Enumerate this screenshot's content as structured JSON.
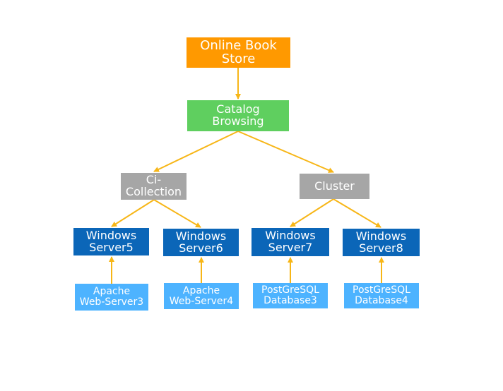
{
  "diagram": {
    "line_color": "#f7b617",
    "nodes": {
      "root": {
        "label": "Online Book\nStore",
        "color": "#ff9900"
      },
      "catalog": {
        "label": "Catalog\nBrowsing",
        "color": "#5fcf5f"
      },
      "ci_collection": {
        "label": "Ci-\nCollection",
        "color": "#a6a6a6"
      },
      "cluster": {
        "label": "Cluster",
        "color": "#a6a6a6"
      },
      "windows_server5": {
        "label": "Windows\nServer5",
        "color": "#0b66b8"
      },
      "windows_server6": {
        "label": "Windows\nServer6",
        "color": "#0b66b8"
      },
      "windows_server7": {
        "label": "Windows\nServer7",
        "color": "#0b66b8"
      },
      "windows_server8": {
        "label": "Windows\nServer8",
        "color": "#0b66b8"
      },
      "apache_web_server3": {
        "label": "Apache\nWeb-Server3",
        "color": "#4db3ff"
      },
      "apache_web_server4": {
        "label": "Apache\nWeb-Server4",
        "color": "#4db3ff"
      },
      "postgresql_database3": {
        "label": "PostGreSQL\nDatabase3",
        "color": "#4db3ff"
      },
      "postgresql_database4": {
        "label": "PostGreSQL\nDatabase4",
        "color": "#4db3ff"
      }
    },
    "edges": [
      {
        "from": "root",
        "to": "catalog"
      },
      {
        "from": "catalog",
        "to": "ci_collection"
      },
      {
        "from": "catalog",
        "to": "cluster"
      },
      {
        "from": "ci_collection",
        "to": "windows_server5"
      },
      {
        "from": "ci_collection",
        "to": "windows_server6"
      },
      {
        "from": "cluster",
        "to": "windows_server7"
      },
      {
        "from": "cluster",
        "to": "windows_server8"
      },
      {
        "from": "apache_web_server3",
        "to": "windows_server5"
      },
      {
        "from": "apache_web_server4",
        "to": "windows_server6"
      },
      {
        "from": "postgresql_database3",
        "to": "windows_server7"
      },
      {
        "from": "postgresql_database4",
        "to": "windows_server8"
      }
    ]
  }
}
